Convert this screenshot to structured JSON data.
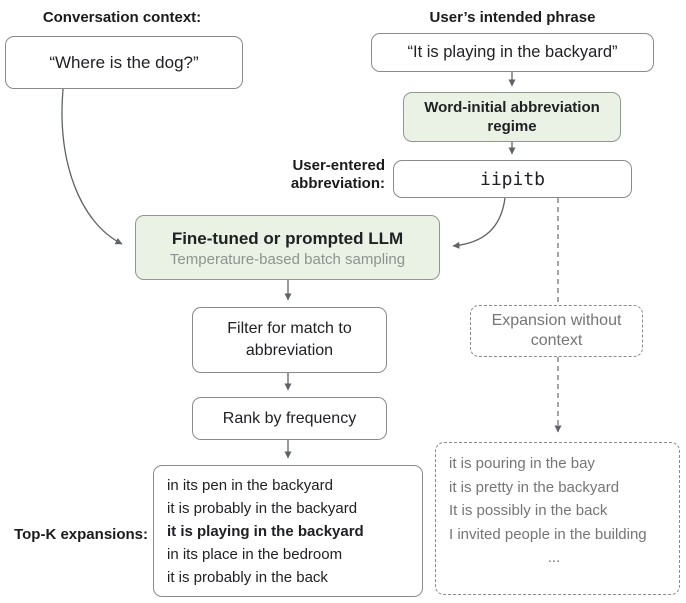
{
  "diagram": {
    "labels": {
      "conversation_context": "Conversation context:",
      "users_intended_phrase": "User’s intended phrase",
      "user_entered_abbreviation": "User-entered\nabbreviation:",
      "top_k_expansions": "Top-K expansions:"
    },
    "nodes": {
      "conversation_context_text": "“Where is the dog?”",
      "intended_phrase_text": "“It is playing in the backyard”",
      "abbreviation_regime_text": "Word-initial abbreviation\nregime",
      "abbreviation_text": "iipitb",
      "llm_title": "Fine-tuned or prompted LLM",
      "llm_subtitle": "Temperature-based batch sampling",
      "filter_text": "Filter for match to abbreviation",
      "rank_text": "Rank by frequency",
      "expansion_without_context_text": "Expansion without context",
      "top_k_items": [
        "in its pen in the backyard",
        "it is probably in the backyard",
        "it is playing in the backyard",
        "in its place in the bedroom",
        "it is probably in the back"
      ],
      "top_k_bold_index": 2,
      "no_context_items": [
        "it is pouring in the bay",
        "it is pretty in the backyard",
        "It is possibly in the back",
        "I invited people in the building"
      ],
      "no_context_ellipsis": "..."
    },
    "colors": {
      "green_fill": "#e9f2e4",
      "green_border": "#8e998c",
      "box_border": "#8a8a8a",
      "gray_text": "#757575",
      "subtitle_text": "#8d938f",
      "arrow": "#5f6368",
      "text": "#202124",
      "background": "#ffffff"
    }
  }
}
